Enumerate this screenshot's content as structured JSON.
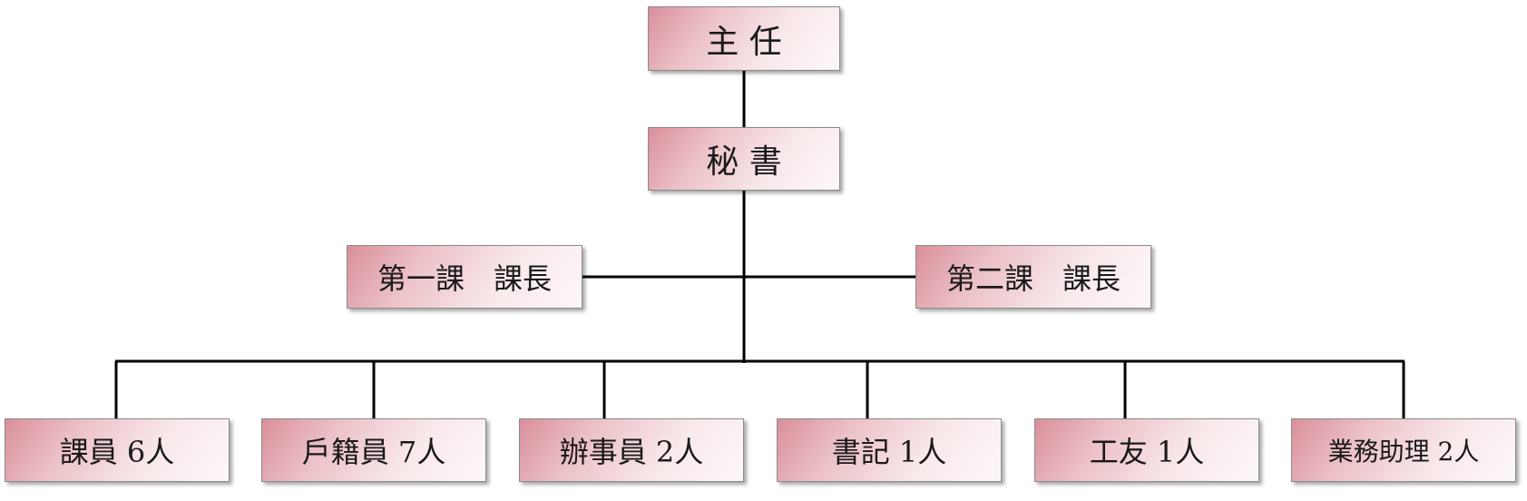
{
  "org_chart": {
    "director": "主 任",
    "secretary": "秘 書",
    "section_chiefs": [
      "第一課　課長",
      "第二課　課長"
    ],
    "staff": [
      "課員 6人",
      "戶籍員 7人",
      "辦事員 2人",
      "書記 1人",
      "工友 1人",
      "業務助理 2人"
    ]
  },
  "colors": {
    "box_border": "#8a8a8a",
    "box_gradient_dark": "#d98f9b",
    "box_gradient_light": "#fdf7f8",
    "connector": "#000000"
  }
}
